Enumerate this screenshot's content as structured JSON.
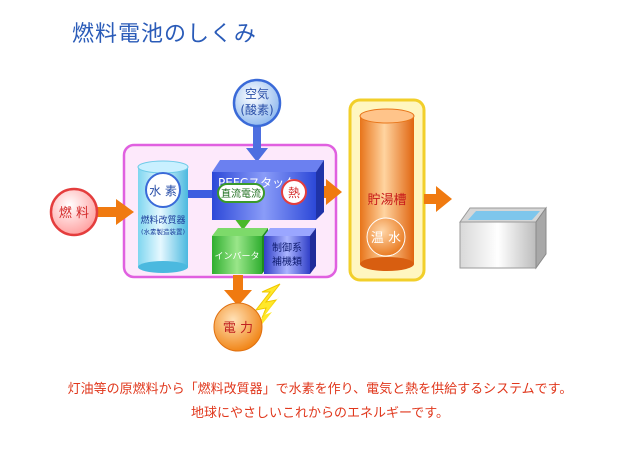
{
  "title": "燃料電池のしくみ",
  "nodes": {
    "air_line1": "空気",
    "air_line2": "(酸素)",
    "fuel": "燃 料",
    "hydrogen": "水 素",
    "reformer_line1": "燃料改質器",
    "reformer_line2": "(水素製造装置)",
    "pefc_stack": "PEFCスタック",
    "dc_current": "直流電流",
    "heat": "熱",
    "inverter": "インバータ",
    "control_line1": "制御系",
    "control_line2": "補機類",
    "electricity": "電 力",
    "storage_tank": "貯湯槽",
    "hot_water": "温 水"
  },
  "caption": {
    "line1": "灯油等の原燃料から「燃料改質器」で水素を作り、電気と熱を供給するシステムです。",
    "line2": "地球にやさしいこれからのエネルギーです。"
  }
}
